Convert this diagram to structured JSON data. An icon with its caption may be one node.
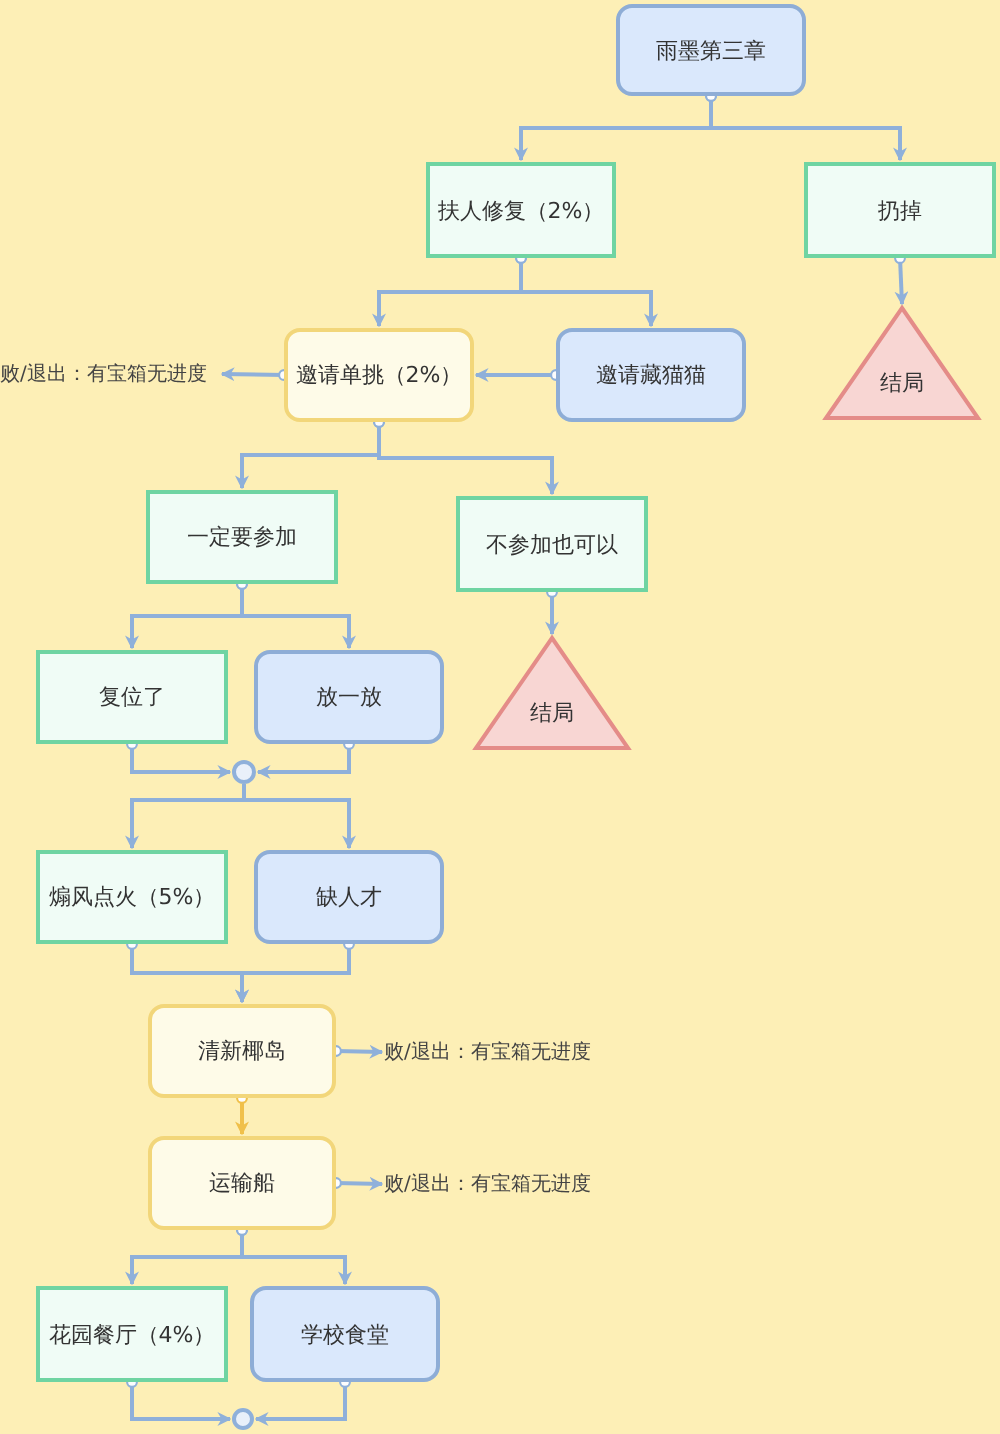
{
  "diagram": {
    "nodes": [
      {
        "text": [
          "雨墨第三章"
        ]
      },
      {
        "text": [
          "扶人修复（2%）"
        ]
      },
      {
        "text": [
          "扔掉"
        ]
      },
      {
        "text": [
          "结局"
        ]
      },
      {
        "text": [
          "败/退出：有宝箱无进度"
        ]
      },
      {
        "text": [
          "邀请单挑（2%）"
        ]
      },
      {
        "text": [
          "邀请藏猫猫"
        ]
      },
      {
        "text": [
          "一定要参加"
        ]
      },
      {
        "text": [
          "不参加也可以"
        ]
      },
      {
        "text": [
          "结局"
        ]
      },
      {
        "text": [
          "复位了"
        ]
      },
      {
        "text": [
          "放一放"
        ]
      },
      {
        "text": [],
        "shape": "circle"
      },
      {
        "text": [
          "煽风点火（5%）"
        ]
      },
      {
        "text": [
          "缺人才"
        ]
      },
      {
        "text": [
          "清新椰岛"
        ]
      },
      {
        "text": [
          "败/退出：有宝箱无进度"
        ]
      },
      {
        "text": [
          "运输船"
        ]
      },
      {
        "text": [
          "败/退出：有宝箱无进度"
        ]
      },
      {
        "text": [
          "花园餐厅（4%）"
        ]
      },
      {
        "text": [
          "学校食堂"
        ]
      },
      {
        "text": [],
        "shape": "circle"
      }
    ],
    "edges": [
      {
        "from": 0,
        "to": 1,
        "arrow": "to"
      },
      {
        "from": 0,
        "to": 2,
        "arrow": "to"
      },
      {
        "from": 2,
        "to": 3,
        "arrow": "to"
      },
      {
        "from": 1,
        "to": 5,
        "arrow": "to"
      },
      {
        "from": 1,
        "to": 6,
        "arrow": "to"
      },
      {
        "from": 6,
        "to": 5,
        "arrow": "to"
      },
      {
        "from": 5,
        "to": 4,
        "arrow": "to"
      },
      {
        "from": 5,
        "to": 7,
        "arrow": "to"
      },
      {
        "from": 5,
        "to": 8,
        "arrow": "to"
      },
      {
        "from": 8,
        "to": 9,
        "arrow": "to"
      },
      {
        "from": 7,
        "to": 10,
        "arrow": "to"
      },
      {
        "from": 7,
        "to": 11,
        "arrow": "to"
      },
      {
        "from": 10,
        "to": 12,
        "arrow": "to"
      },
      {
        "from": 11,
        "to": 12,
        "arrow": "to"
      },
      {
        "from": 12,
        "to": 13,
        "arrow": "to"
      },
      {
        "from": 12,
        "to": 14,
        "arrow": "to"
      },
      {
        "from": 13,
        "to": 15,
        "arrow": "to"
      },
      {
        "from": 14,
        "to": 15,
        "arrow": "to"
      },
      {
        "from": 15,
        "to": 16,
        "arrow": "to"
      },
      {
        "from": 15,
        "to": 17,
        "arrow": "to",
        "color": "#f0c04a"
      },
      {
        "from": 17,
        "to": 18,
        "arrow": "to"
      },
      {
        "from": 17,
        "to": 19,
        "arrow": "to"
      },
      {
        "from": 17,
        "to": 20,
        "arrow": "to"
      },
      {
        "from": 19,
        "to": 21,
        "arrow": "to"
      },
      {
        "from": 20,
        "to": 21,
        "arrow": "to"
      }
    ]
  }
}
